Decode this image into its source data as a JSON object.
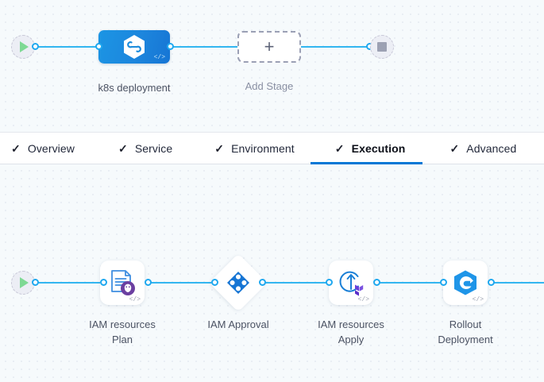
{
  "stage_canvas": {
    "start_node": {
      "name": "start-node",
      "icon": "play-icon"
    },
    "end_node": {
      "name": "end-node",
      "icon": "stop-icon"
    },
    "stages": [
      {
        "label": "k8s deployment",
        "icon": "harness-hexagon-icon",
        "code_tag": "</>"
      }
    ],
    "add_stage": {
      "label": "Add Stage",
      "icon": "plus-icon"
    }
  },
  "tabs": [
    {
      "label": "Overview",
      "check": "✓",
      "active": false
    },
    {
      "label": "Service",
      "check": "✓",
      "active": false
    },
    {
      "label": "Environment",
      "check": "✓",
      "active": false
    },
    {
      "label": "Execution",
      "check": "✓",
      "active": true
    },
    {
      "label": "Advanced",
      "check": "✓",
      "active": false
    }
  ],
  "execution_canvas": {
    "start_node": {
      "name": "execution-start-node",
      "icon": "play-icon"
    },
    "steps": [
      {
        "label": "IAM resources\nPlan",
        "icon": "terraform-plan-icon",
        "code_tag": "</>",
        "shape": "rounded"
      },
      {
        "label": "IAM Approval",
        "icon": "approval-diamond-icon",
        "code_tag": "",
        "shape": "diamond"
      },
      {
        "label": "IAM resources\nApply",
        "icon": "terraform-apply-icon",
        "code_tag": "</>",
        "shape": "rounded"
      },
      {
        "label": "Rollout\nDeployment",
        "icon": "rollout-hexagon-icon",
        "code_tag": "</>",
        "shape": "rounded"
      }
    ]
  },
  "colors": {
    "connector": "#33b6f0",
    "port_border": "#1fa8ef",
    "stage_blue": "#1d8cdc",
    "tab_active_underline": "#0278d5",
    "label_text": "#4b5263",
    "canvas_bg": "#f6fafc",
    "grid_dot": "#c9d2e0",
    "terraform_purple": "#6b3fa0",
    "play_green": "#7ed994"
  }
}
